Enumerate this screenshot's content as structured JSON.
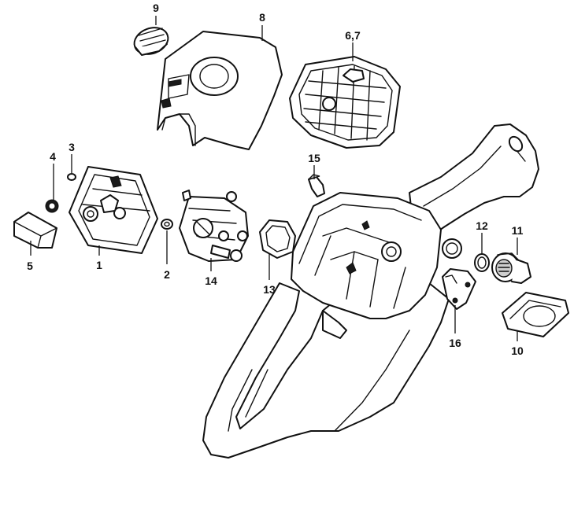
{
  "callouts": {
    "c1": "1",
    "c2": "2",
    "c3": "3",
    "c4": "4",
    "c5": "5",
    "c67": "6,7",
    "c8": "8",
    "c9": "9",
    "c10": "10",
    "c11": "11",
    "c12": "12",
    "c13": "13",
    "c14": "14",
    "c15": "15",
    "c16": "16"
  },
  "colors": {
    "line": "#111111",
    "background": "#ffffff"
  }
}
